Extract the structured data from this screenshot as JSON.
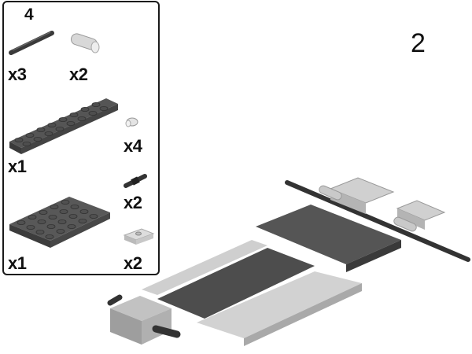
{
  "instruction_page": {
    "step_number": "2",
    "parts_list": {
      "sub_step_number": "4",
      "parts": [
        {
          "name": "technic-axle",
          "color": "dark-gray",
          "quantity": "x3"
        },
        {
          "name": "technic-axle-connector",
          "color": "light-gray",
          "quantity": "x2"
        },
        {
          "name": "technic-plate-2x8",
          "color": "dark-gray",
          "quantity": "x1"
        },
        {
          "name": "technic-pin-half",
          "color": "light-gray",
          "quantity": "x4"
        },
        {
          "name": "technic-pin",
          "color": "dark-gray",
          "quantity": "x2"
        },
        {
          "name": "plate-4x6",
          "color": "dark-gray",
          "quantity": "x1"
        },
        {
          "name": "jumper-plate-1x2",
          "color": "light-gray",
          "quantity": "x2"
        }
      ]
    },
    "colors": {
      "dark_gray": "#4a4a4a",
      "light_gray": "#c8c8c8",
      "mid_gray": "#9a9a9a",
      "border": "#1a1a1a"
    }
  }
}
